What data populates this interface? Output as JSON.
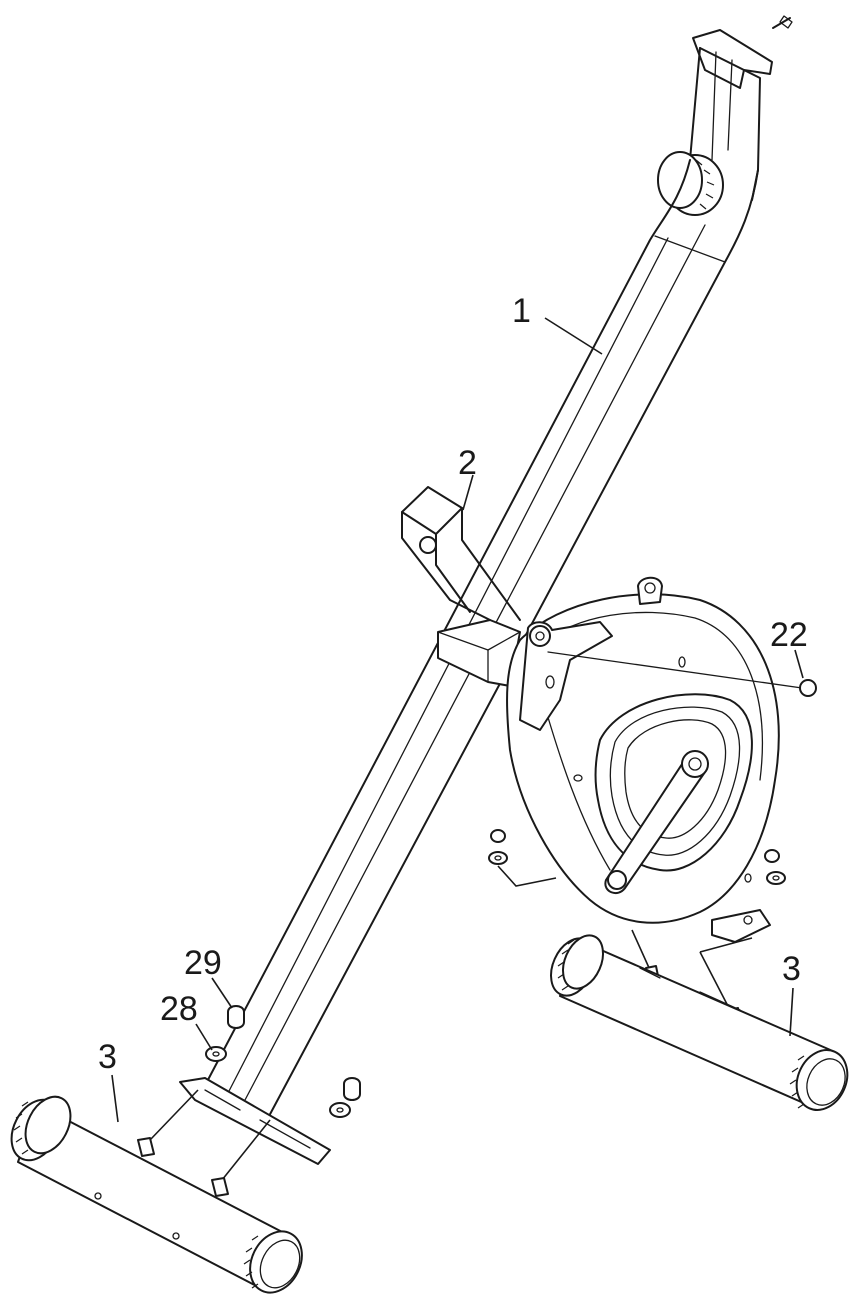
{
  "diagram": {
    "parts": [
      {
        "id": "main-frame",
        "callout": "1"
      },
      {
        "id": "seat-post-sleeve",
        "callout": "2"
      },
      {
        "id": "foot-tube-left",
        "callout": "3"
      },
      {
        "id": "foot-tube-right",
        "callout": "3"
      },
      {
        "id": "bolt",
        "callout": "22"
      },
      {
        "id": "washer",
        "callout": "28"
      },
      {
        "id": "nut",
        "callout": "29"
      }
    ]
  }
}
